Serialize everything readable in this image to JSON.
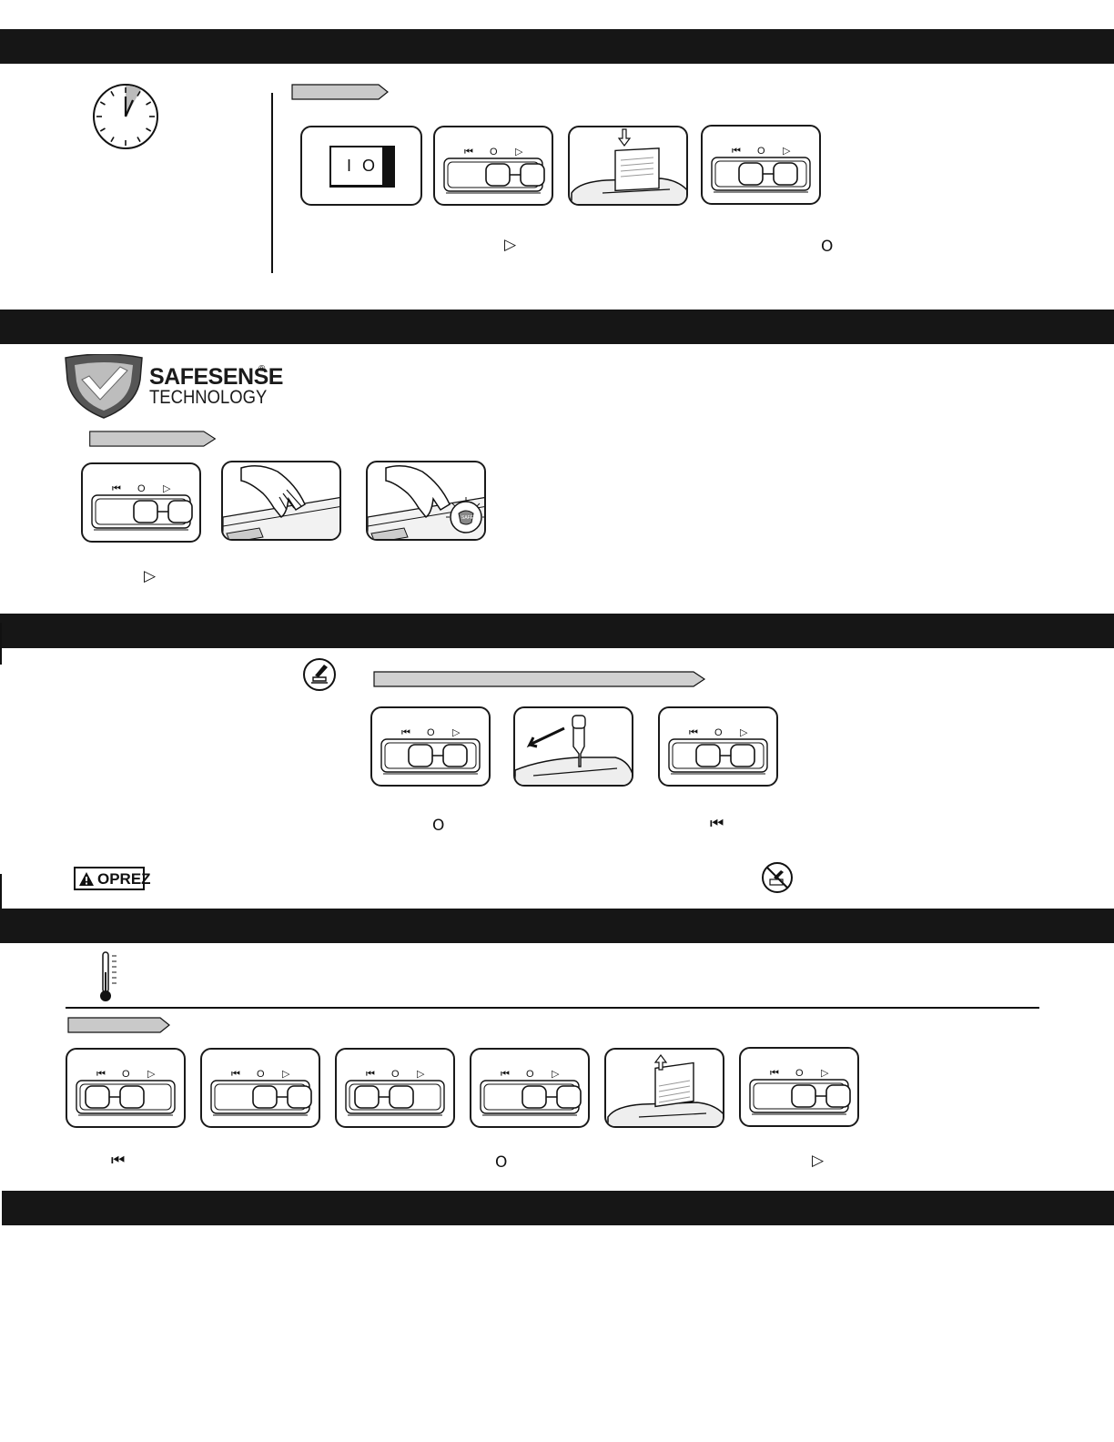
{
  "safesense": {
    "brand_line1": "SAFESENSE",
    "registered_mark": "®",
    "brand_line2": "TECHNOLOGY",
    "sensor_badge_text": "SAFE"
  },
  "switch_labels": {
    "reverse": "⏮",
    "off": "O",
    "auto": "▷"
  },
  "power_switch": {
    "on": "I",
    "off": "O"
  },
  "caption_symbols": {
    "s1_auto": "▷",
    "s1_off": "O",
    "s2_auto": "▷",
    "s3_off": "O",
    "s3_reverse": "⏮",
    "s5_reverse": "⏮",
    "s5_off": "O",
    "s5_auto": "▷"
  },
  "warning": {
    "label": "OPREZ"
  },
  "icons": {
    "clock": "clock-icon",
    "shield": "safesense-shield-icon",
    "oil": "oil-can-icon",
    "no_spray": "no-aerosol-icon",
    "thermometer": "thermometer-icon"
  },
  "colors": {
    "bar": "#161616",
    "tag_fill": "#c9c9c9",
    "line": "#1a1a1a"
  }
}
